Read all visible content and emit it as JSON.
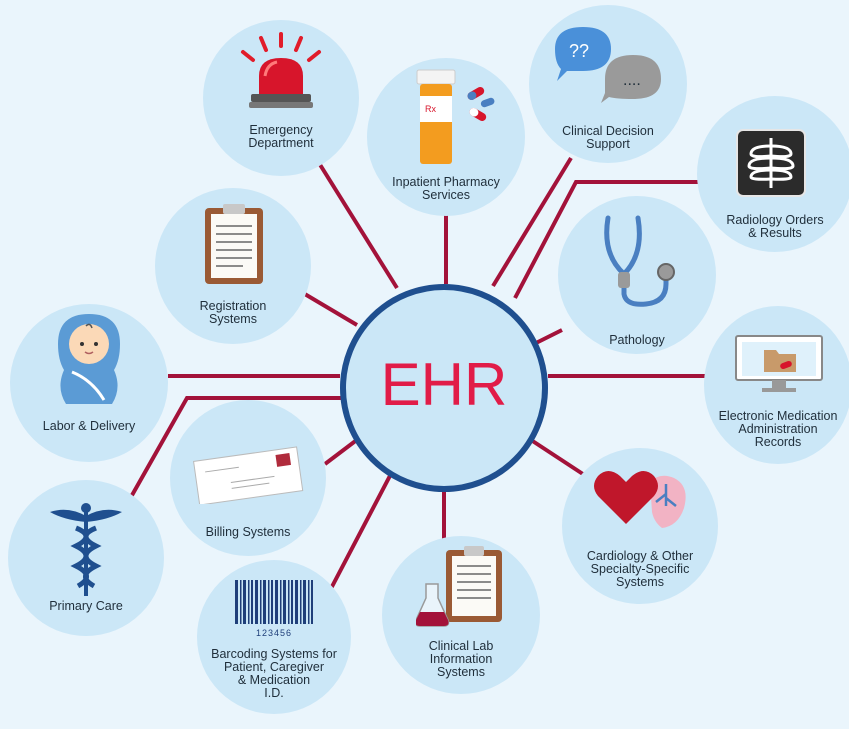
{
  "colors": {
    "background": "#eaf5fc",
    "circle_fill": "#cbe7f7",
    "hub_border": "#1f4f8f",
    "hub_text": "#e11c48",
    "connector": "#a3123a"
  },
  "hub": {
    "title": "EHR"
  },
  "nodes": {
    "emergency": {
      "label": "Emergency\nDepartment",
      "icon": "siren-icon"
    },
    "pharmacy": {
      "label": "Inpatient Pharmacy\nServices",
      "icon": "pill-bottle-icon",
      "bottle_text": "Rx"
    },
    "decision": {
      "label": "Clinical Decision\nSupport",
      "icon": "speech-bubbles-icon",
      "bubble1": "??",
      "bubble2": "...."
    },
    "radiology": {
      "label": "Radiology Orders\n& Results",
      "icon": "xray-icon"
    },
    "registration": {
      "label": "Registration\nSystems",
      "icon": "clipboard-icon"
    },
    "pathology": {
      "label": "Pathology",
      "icon": "stethoscope-icon"
    },
    "labor": {
      "label": "Labor & Delivery",
      "icon": "baby-icon"
    },
    "emar": {
      "label": "Electronic Medication\nAdministration\nRecords",
      "icon": "monitor-folder-icon"
    },
    "billing": {
      "label": "Billing Systems",
      "icon": "envelope-icon"
    },
    "cardiology": {
      "label": "Cardiology & Other\nSpecialty-Specific\nSystems",
      "icon": "heart-lungs-icon"
    },
    "primary": {
      "label": "Primary Care",
      "icon": "caduceus-icon"
    },
    "barcoding": {
      "label": "Barcoding Systems for\nPatient, Caregiver\n& Medication\nI.D.",
      "icon": "barcode-icon",
      "barcode_number": "123456"
    },
    "lab": {
      "label": "Clinical Lab\nInformation\nSystems",
      "icon": "flask-clipboard-icon"
    }
  }
}
